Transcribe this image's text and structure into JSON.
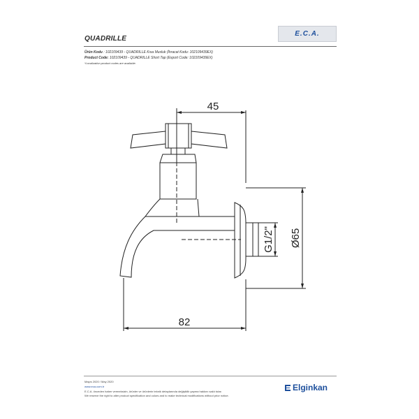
{
  "header": {
    "title": "QUADRILLE",
    "logo_text": "E.C.A."
  },
  "product_info": {
    "line1_label": "Ürün Kodu",
    "line1_value": ": 102109439 - QUADRILLE Kısa Musluk (İhracat Kodu: 102109439EX)",
    "line2_label": "Product Code:",
    "line2_value": "102109439 - QUADRILLE Short Tap (Export Code: 102109439EX)",
    "line3": "*Localization product codes are available."
  },
  "drawing": {
    "dim_top": "45",
    "dim_bottom": "82",
    "dim_thread": "G1/2\"",
    "dim_flange": "Ø65"
  },
  "footer": {
    "date": "Mayıs 2020 / May 2020",
    "website": "www.eca.com.tr",
    "note_tr": "E.C.A. önceden haber vermeksizin, ürünler ve ürünlerin teknik detaylarında değişiklik yapma hakkını saklı tutar.",
    "note_en": "We reserve the right to alter product specification and colors and to make technical modifications without prior notice.",
    "brand": "Elginkan"
  },
  "colors": {
    "brand_blue": "#1d4f9c",
    "line": "#222222"
  }
}
